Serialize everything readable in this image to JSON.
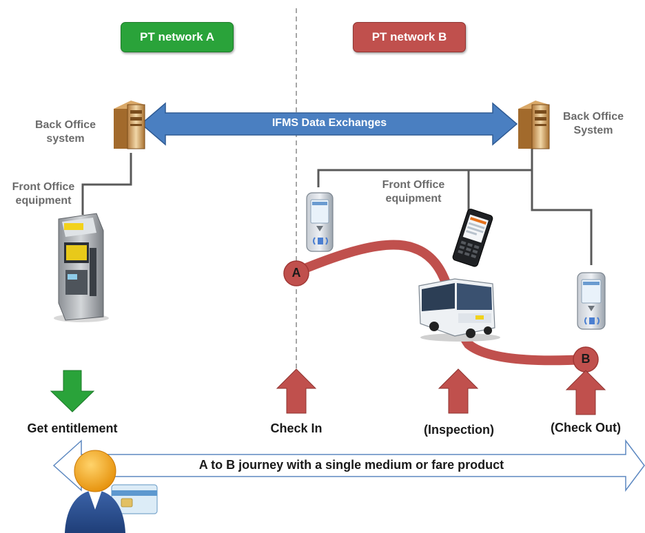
{
  "networks": {
    "a": {
      "label": "PT network  A",
      "color": "#2aa33a"
    },
    "b": {
      "label": "PT network B",
      "color": "#c0504d"
    }
  },
  "back_office": {
    "left": [
      "Back Office",
      "system"
    ],
    "right": [
      "Back Office",
      "System"
    ]
  },
  "exchange": {
    "label": "IFMS  Data Exchanges",
    "color": "#4a7fc1"
  },
  "front_office": {
    "left": [
      "Front Office",
      "equipment"
    ],
    "right": [
      "Front Office",
      "equipment"
    ]
  },
  "journey_points": {
    "start": "A",
    "end": "B",
    "color": "#c0504d"
  },
  "steps": {
    "get_entitlement": "Get entitlement",
    "check_in": "Check In",
    "inspection": "(Inspection)",
    "check_out": "(Check Out)"
  },
  "journey": {
    "label": "A to B journey with a single medium or fare product"
  },
  "icons": [
    "server-icon",
    "ticket-machine-icon",
    "card-validator-icon",
    "handheld-terminal-icon",
    "bus-icon",
    "passenger-icon",
    "smart-card-icon"
  ]
}
